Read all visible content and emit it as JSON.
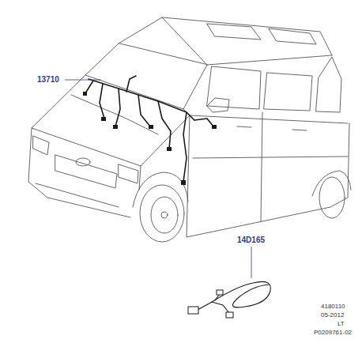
{
  "diagram": {
    "labels": [
      "13710",
      "14D165",
      "4180110",
      "05-2012",
      "LT",
      "P0209761-02"
    ]
  }
}
